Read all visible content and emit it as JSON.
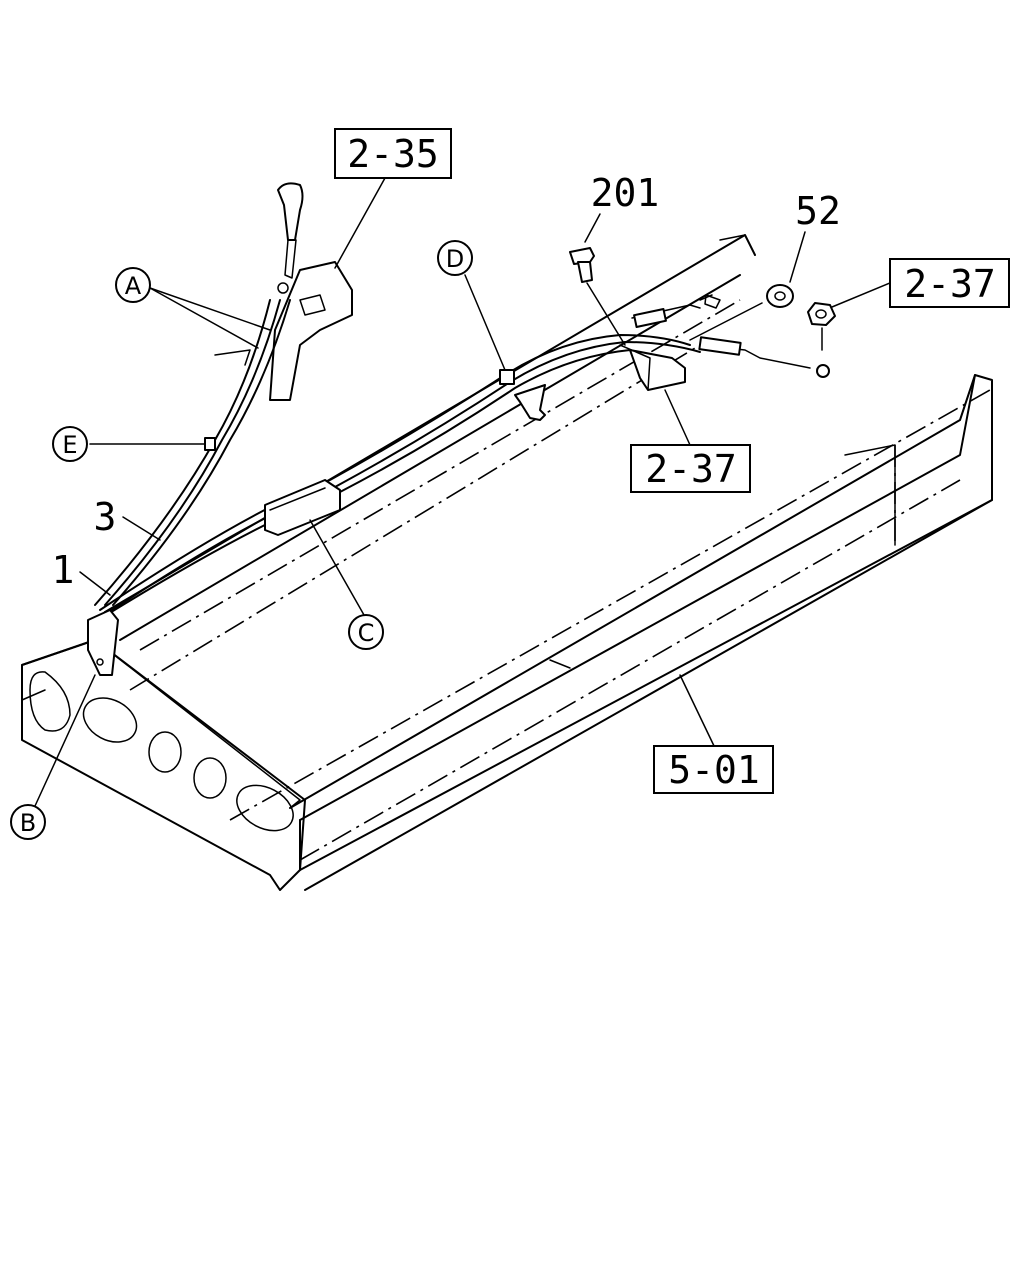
{
  "refs": {
    "r235": "2-35",
    "r237a": "2-37",
    "r237b": "2-37",
    "r501": "5-01"
  },
  "parts": {
    "p201": "201",
    "p52": "52",
    "p3": "3",
    "p1": "1"
  },
  "callouts": {
    "a": "A",
    "b": "B",
    "c": "C",
    "d": "D",
    "e": "E"
  }
}
